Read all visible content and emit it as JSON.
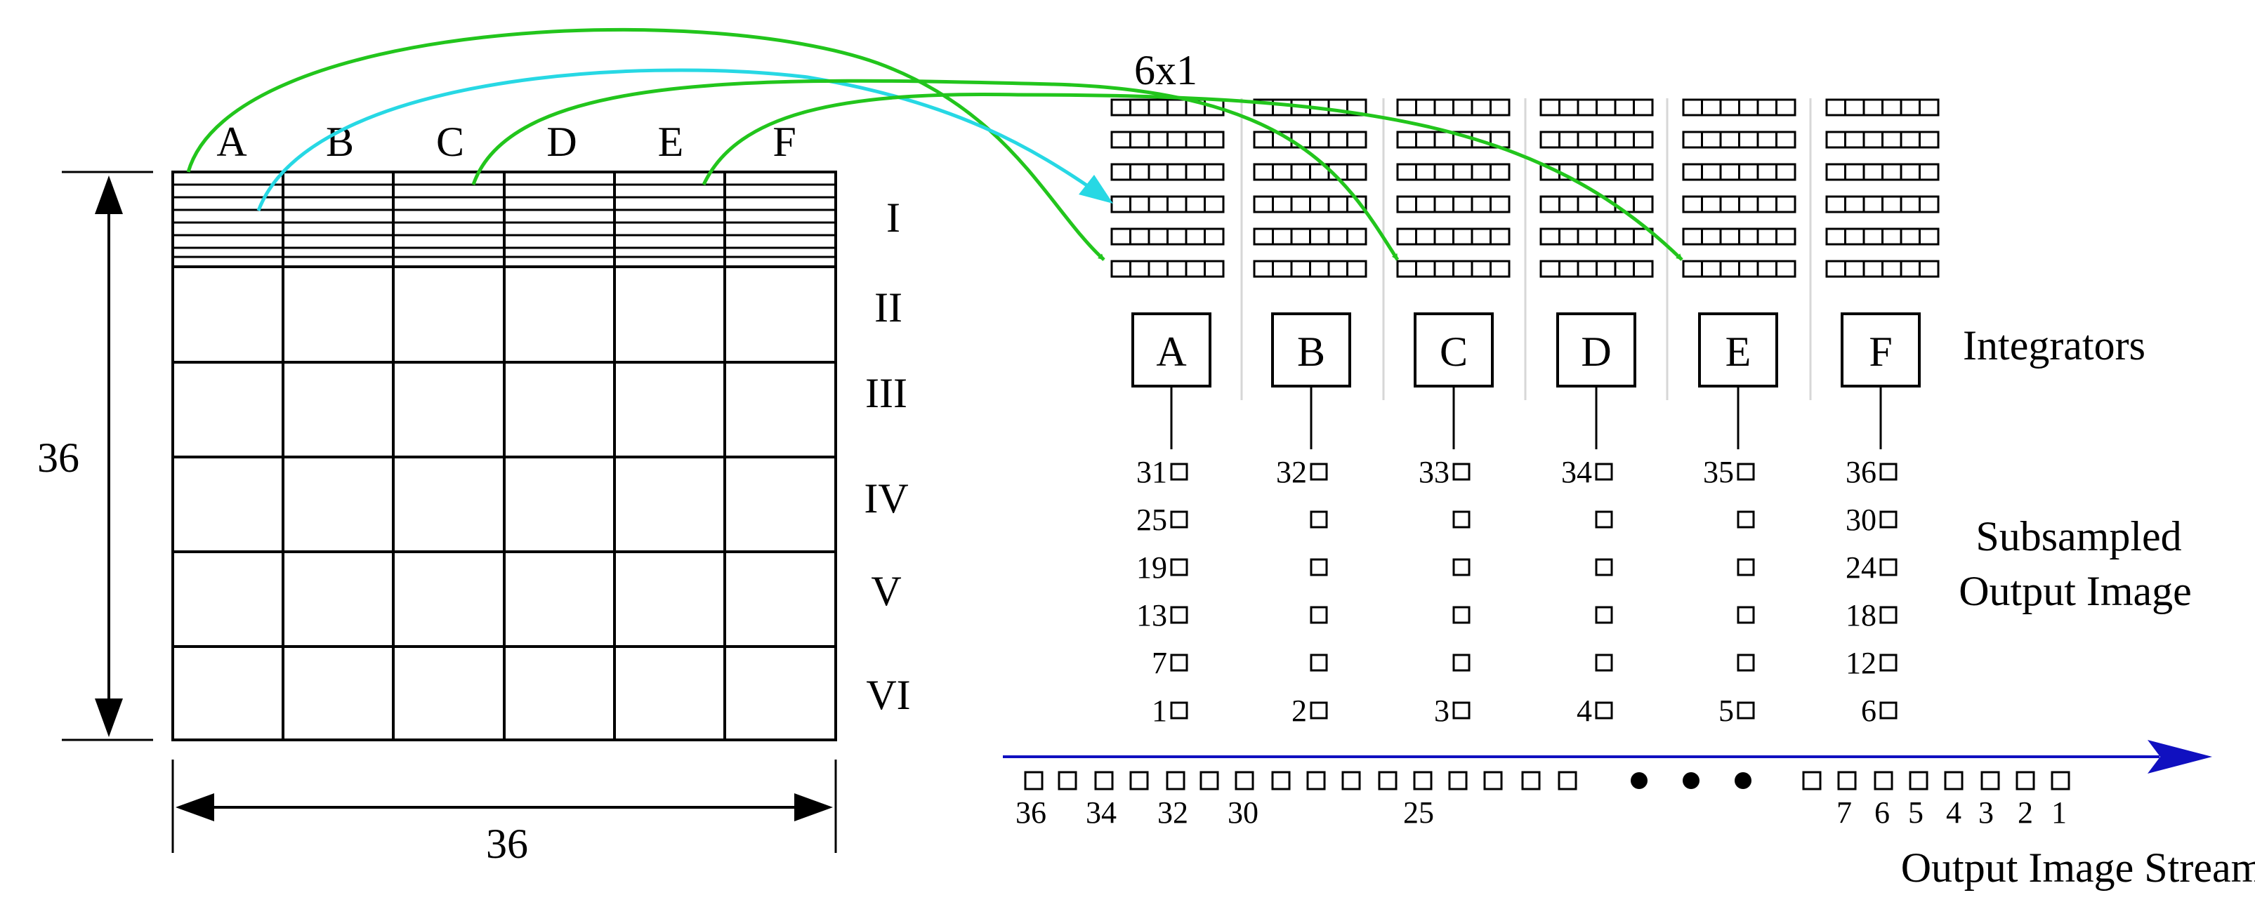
{
  "grid": {
    "column_letters": [
      "A",
      "B",
      "C",
      "D",
      "E",
      "F"
    ],
    "row_numerals": [
      "I",
      "II",
      "III",
      "IV",
      "V",
      "VI"
    ],
    "height_label": "36",
    "width_label": "36"
  },
  "integrator_bank": {
    "label": "6x1",
    "title": "Integrators",
    "integrators": [
      "A",
      "B",
      "C",
      "D",
      "E",
      "F"
    ]
  },
  "subsampled": {
    "title_line1": "Subsampled",
    "title_line2": "Output Image",
    "columns": [
      [
        "31",
        "25",
        "19",
        "13",
        "7",
        "1"
      ],
      [
        "32",
        "",
        "",
        "",
        "",
        "2"
      ],
      [
        "33",
        "",
        "",
        "",
        "",
        "3"
      ],
      [
        "34",
        "",
        "",
        "",
        "",
        "4"
      ],
      [
        "35",
        "",
        "",
        "",
        "",
        "5"
      ],
      [
        "36",
        "30",
        "24",
        "18",
        "12",
        "6"
      ]
    ]
  },
  "stream": {
    "title": "Output Image Stream",
    "labels": [
      "36",
      "34",
      "32",
      "30",
      "25",
      "7",
      "6",
      "5",
      "4",
      "3",
      "2",
      "1"
    ],
    "ellipsis_dots": 3
  },
  "colors": {
    "arrow_blue": "#1010c0",
    "mapping_green": "#22c51c",
    "mapping_cyan": "#27d8e4",
    "line": "#000000"
  }
}
